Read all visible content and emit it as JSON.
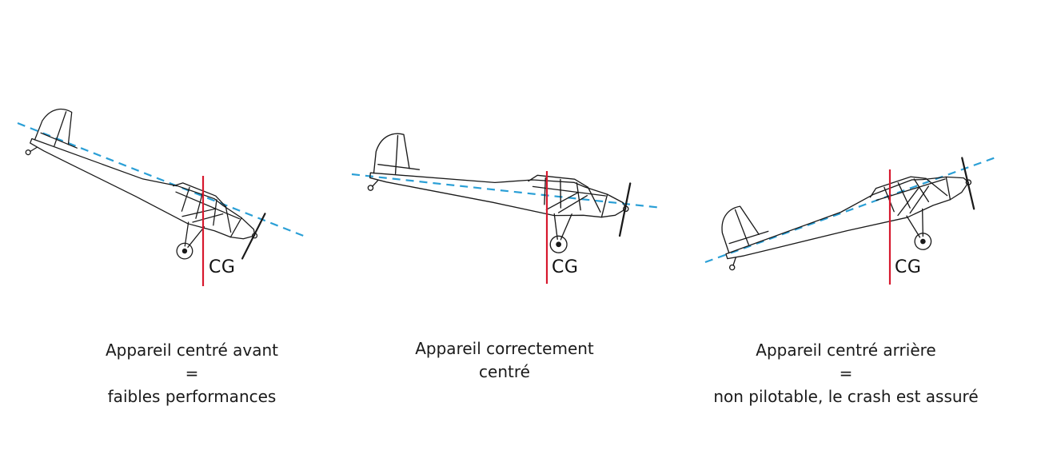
{
  "colors": {
    "axis_dash": "#2a9fd6",
    "cg_line": "#d7192e",
    "outline": "#1a1a1a"
  },
  "panels": [
    {
      "cg_label": "CG",
      "caption": [
        "Appareil centré avant",
        "=",
        "faibles performances"
      ]
    },
    {
      "cg_label": "CG",
      "caption": [
        "Appareil correctement",
        "centré"
      ]
    },
    {
      "cg_label": "CG",
      "caption": [
        "Appareil centré arrière",
        "=",
        "non pilotable, le crash est assuré"
      ]
    }
  ]
}
